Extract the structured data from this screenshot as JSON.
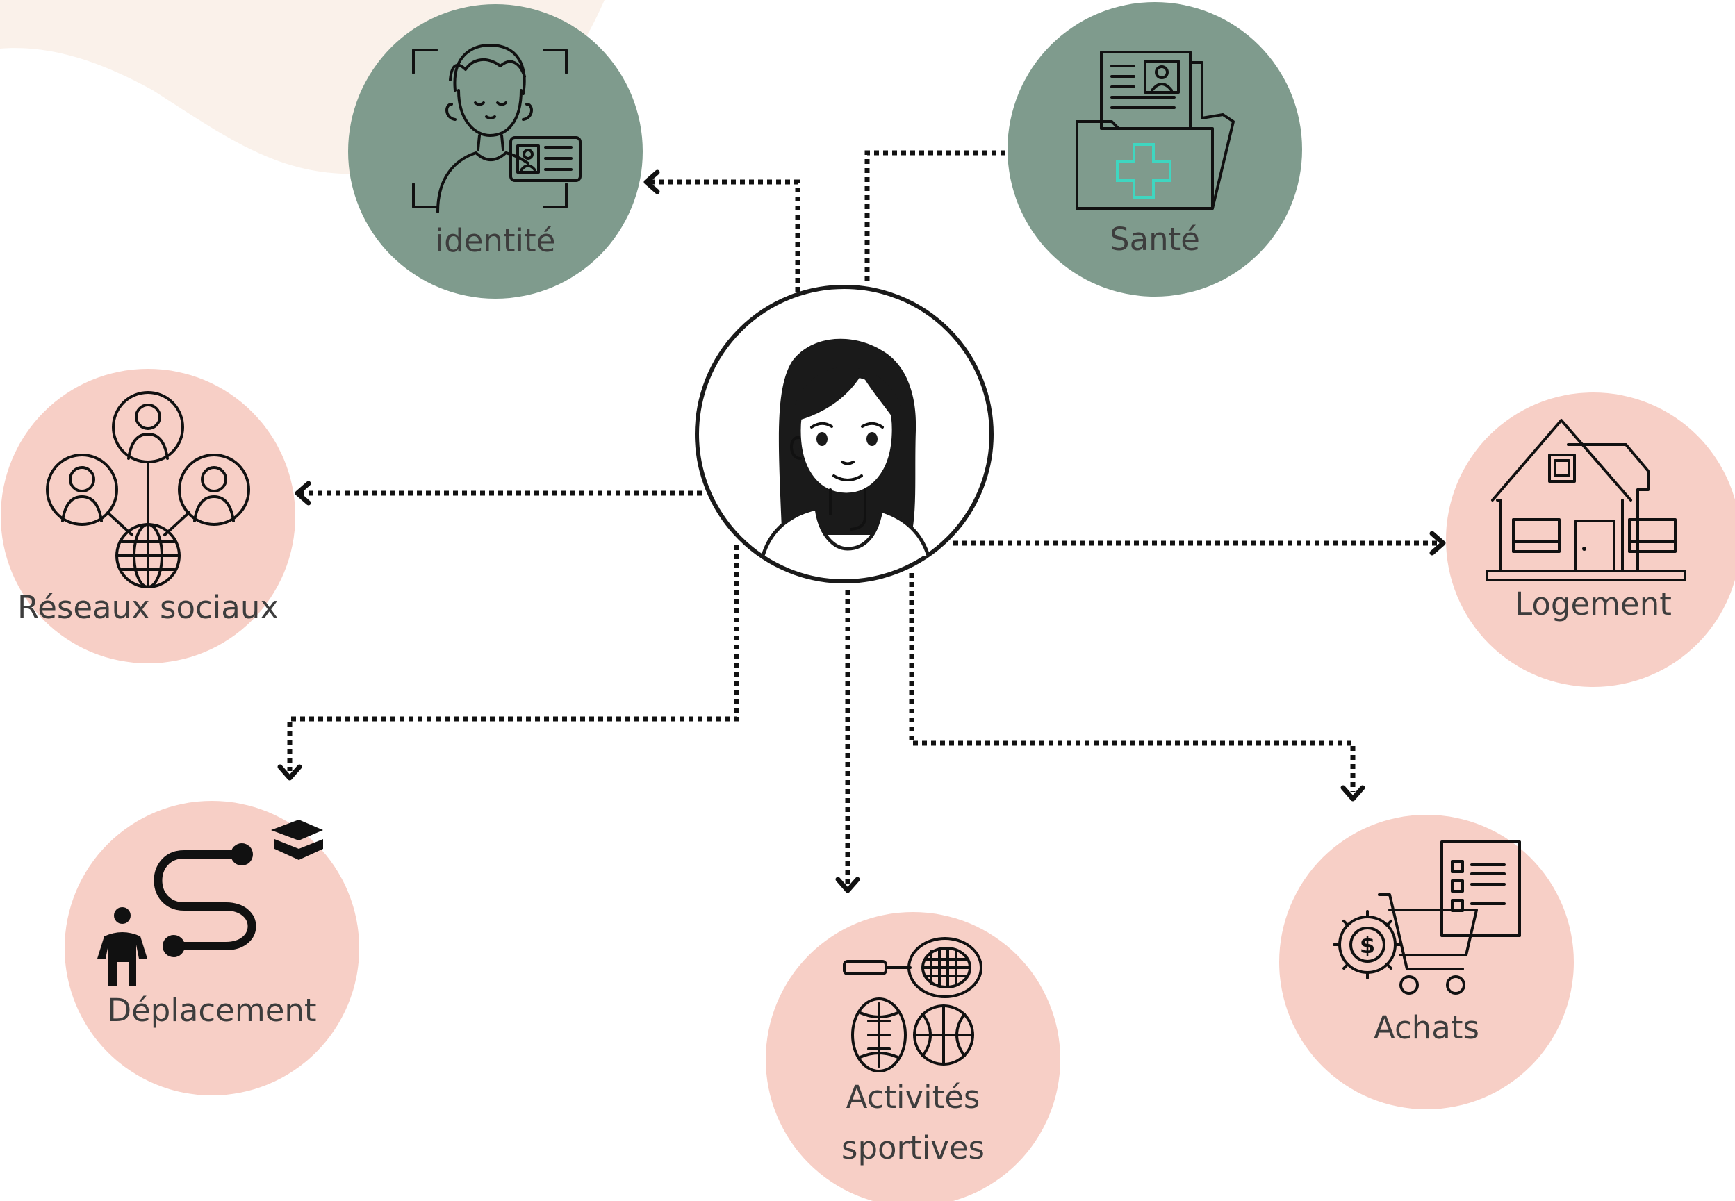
{
  "diagram": {
    "center": {
      "icon": "woman-avatar-icon"
    },
    "nodes": [
      {
        "id": "identite",
        "label": "identité",
        "icon": "id-card-person-icon",
        "color": "#7f9b8d"
      },
      {
        "id": "sante",
        "label": "Santé",
        "icon": "medical-folder-icon",
        "color": "#7f9b8d"
      },
      {
        "id": "reseaux",
        "label": "Réseaux sociaux",
        "icon": "social-network-icon",
        "color": "#f7cfc6"
      },
      {
        "id": "logement",
        "label": "Logement",
        "icon": "house-icon",
        "color": "#f7cfc6"
      },
      {
        "id": "deplacement",
        "label": "Déplacement",
        "icon": "route-path-icon",
        "color": "#f7cfc6"
      },
      {
        "id": "activites",
        "label_lines": [
          "Activités",
          "sportives"
        ],
        "icon": "sports-balls-icon",
        "color": "#f7cfc6"
      },
      {
        "id": "achats",
        "label": "Achats",
        "icon": "shopping-cart-icon",
        "color": "#f7cfc6"
      }
    ],
    "colors": {
      "green": "#7f9b8d",
      "pink": "#f7cfc6",
      "background_shape": "#faf1ea",
      "accent_cross": "#3fd6c0",
      "line": "#111111"
    }
  }
}
